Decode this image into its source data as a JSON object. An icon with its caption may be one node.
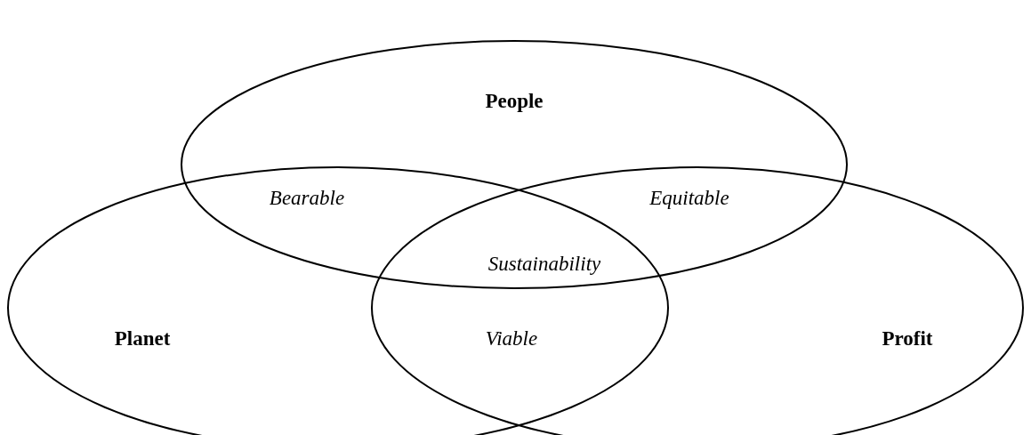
{
  "diagram": {
    "nodes": [
      {
        "text": [
          "People"
        ]
      },
      {
        "text": [
          "Planet"
        ]
      },
      {
        "text": [
          "Profit"
        ]
      }
    ],
    "labels": [
      "Bearable",
      "Equitable",
      "Sustainability",
      "Viable"
    ]
  }
}
